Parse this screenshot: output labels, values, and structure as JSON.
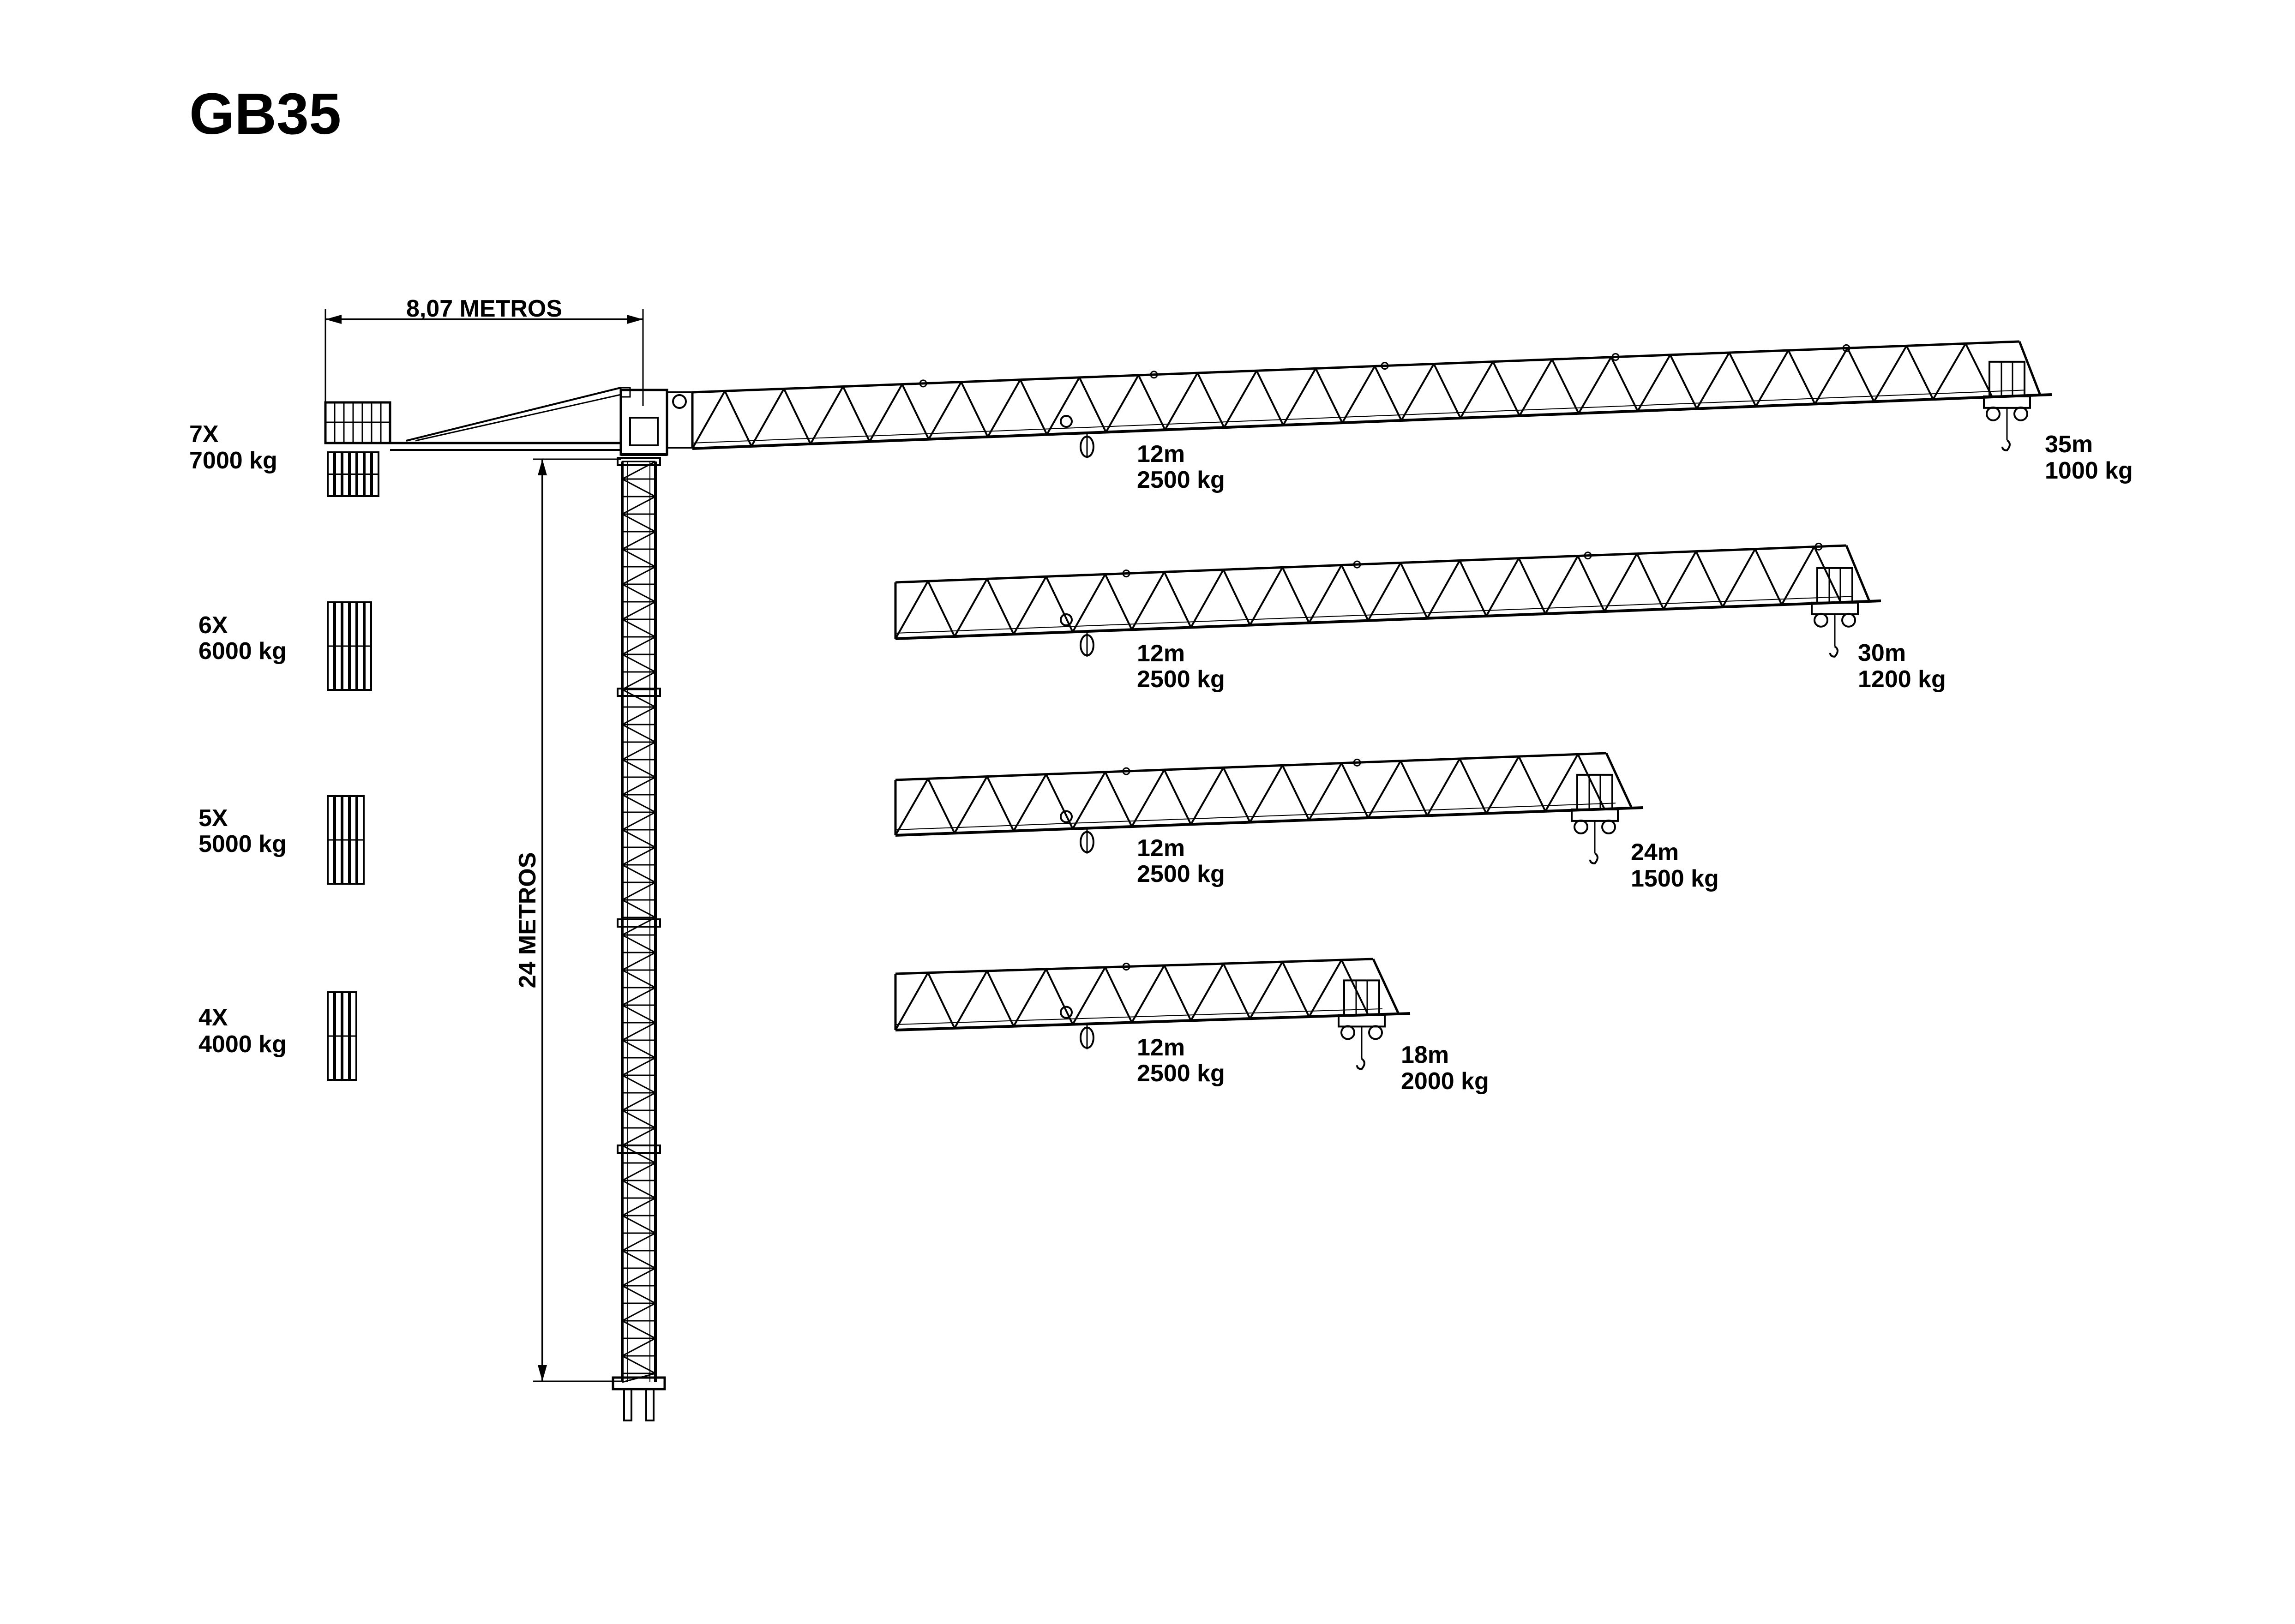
{
  "title": "GB35",
  "dimensions": {
    "counter_jib_length": "8,07 METROS",
    "tower_height": "24 METROS"
  },
  "counterweights": [
    {
      "count": "7X",
      "mass": "7000 kg",
      "plates": 7
    },
    {
      "count": "6X",
      "mass": "6000 kg",
      "plates": 6
    },
    {
      "count": "5X",
      "mass": "5000 kg",
      "plates": 5
    },
    {
      "count": "4X",
      "mass": "4000 kg",
      "plates": 4
    }
  ],
  "jib_configurations": [
    {
      "radius": "35m",
      "tip_load": "1000 kg",
      "inner_radius": "12m",
      "inner_load": "2500 kg"
    },
    {
      "radius": "30m",
      "tip_load": "1200 kg",
      "inner_radius": "12m",
      "inner_load": "2500 kg"
    },
    {
      "radius": "24m",
      "tip_load": "1500 kg",
      "inner_radius": "12m",
      "inner_load": "2500 kg"
    },
    {
      "radius": "18m",
      "tip_load": "2000 kg",
      "inner_radius": "12m",
      "inner_load": "2500 kg"
    }
  ]
}
